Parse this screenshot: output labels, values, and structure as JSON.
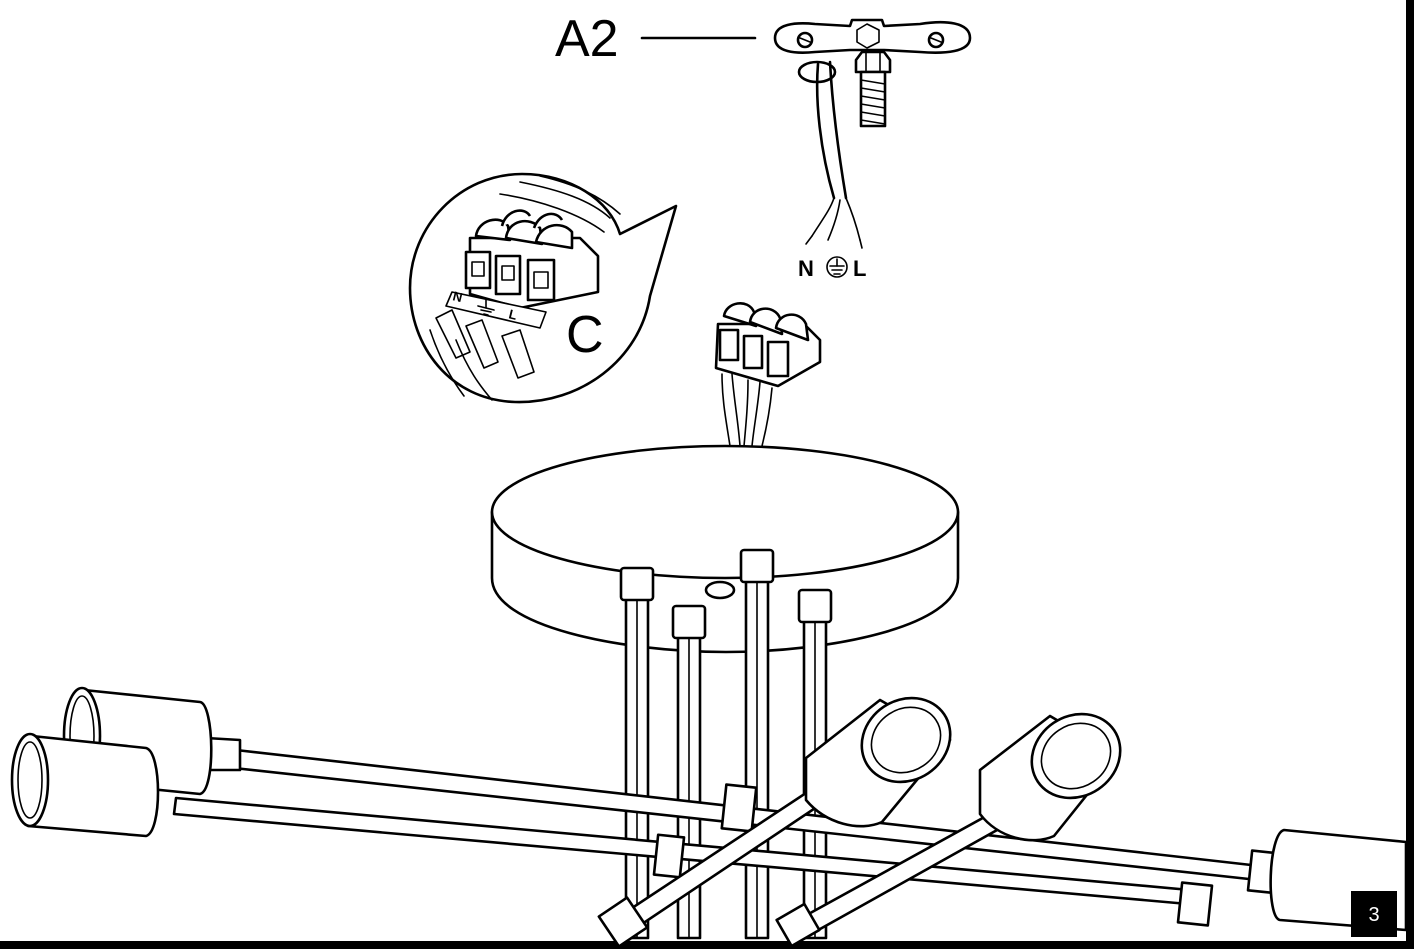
{
  "labels": {
    "part_a2": "A2",
    "part_c": "C",
    "wire_neutral": "N",
    "wire_live": "L",
    "inset_neutral": "N",
    "inset_live": "L"
  },
  "page_number": "3",
  "colors": {
    "line": "#000000",
    "background": "#ffffff",
    "page_badge_bg": "#000000",
    "page_badge_text": "#ffffff"
  },
  "icons": {
    "earth_symbol": "ground-icon"
  }
}
